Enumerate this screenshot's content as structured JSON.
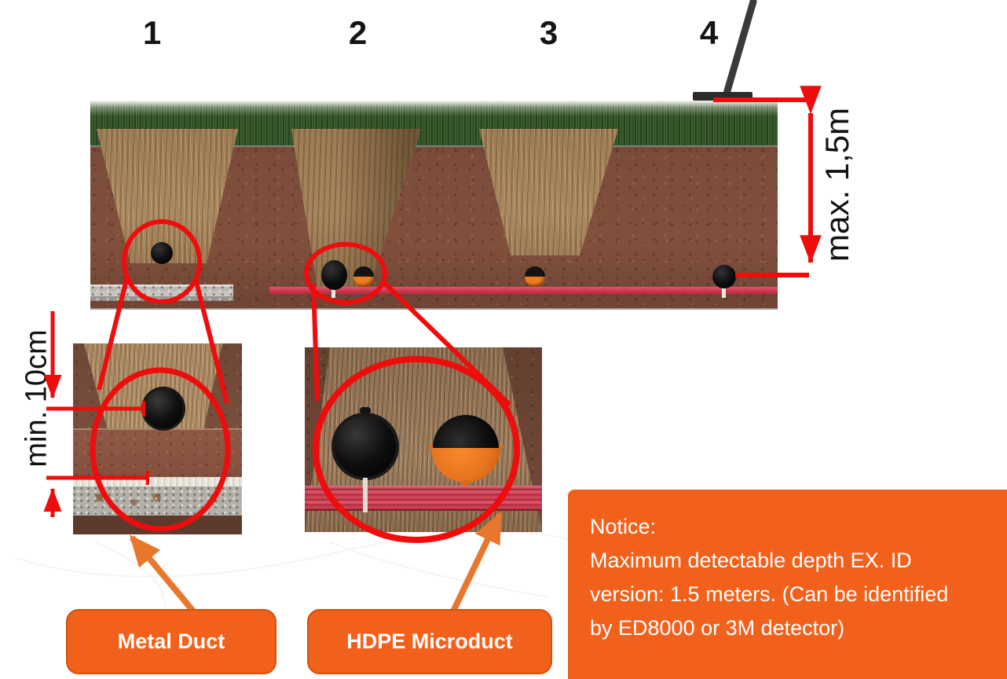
{
  "scenarios": [
    "1",
    "2",
    "3",
    "4"
  ],
  "dimensions": {
    "max_depth_label": "max. 1,5m",
    "min_cover_label": "min. 10cm"
  },
  "duct_labels": {
    "metal_duct": "Metal Duct",
    "hdpe_microduct": "HDPE Microduct"
  },
  "notice": {
    "heading": "Notice:",
    "body_lines": [
      "Maximum detectable depth EX. ID",
      "version: 1.5 meters. (Can be identified",
      "by ED8000 or 3M detector)"
    ]
  },
  "colors": {
    "accent_orange": "#f2611c",
    "arrow_orange": "#e8772e",
    "annotation_red": "#ee0c0c",
    "warning_tape_red": "#cf3750",
    "grass_green": "#3a5a2c",
    "soil_brown": "#7a4a38"
  }
}
